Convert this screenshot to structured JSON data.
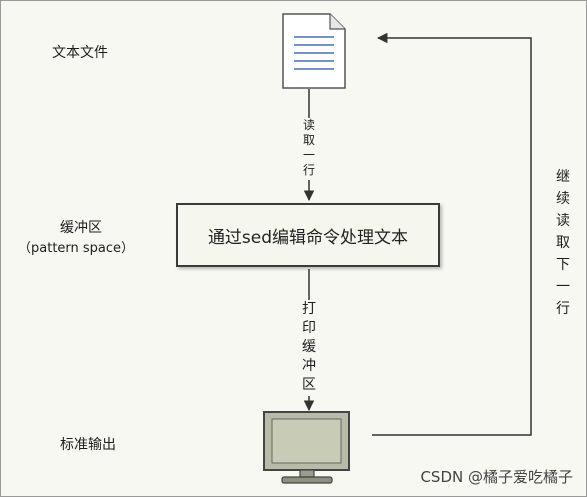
{
  "labels": {
    "text_file": "文本文件",
    "buffer": "缓冲区",
    "pattern_space": "（pattern space）",
    "std_output": "标准输出"
  },
  "process_box": "通过sed编辑命令处理文本",
  "arrows": {
    "read_line": "读取一行",
    "print_buffer": "打印缓冲区",
    "continue_next": "继续读取下一行"
  },
  "watermark": "CSDN @橘子爱吃橘子",
  "icons": [
    "document-icon",
    "monitor-icon"
  ]
}
